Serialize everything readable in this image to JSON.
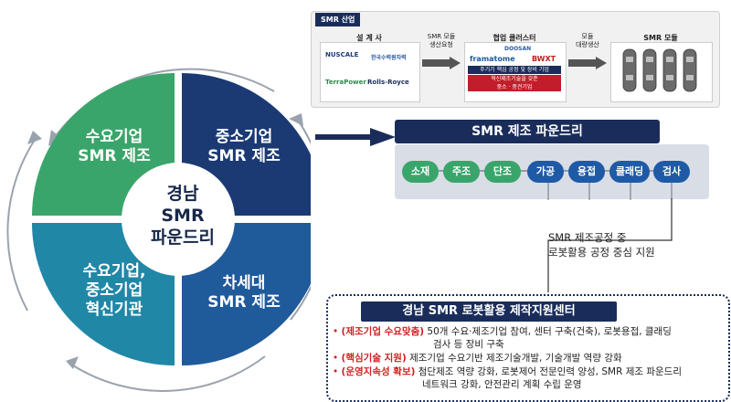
{
  "circle": {
    "center_label": "경남\nSMR\n파운드리",
    "quadrants": [
      {
        "label": "수요기업\nSMR 제조",
        "color": "#3aa56b"
      },
      {
        "label": "중소기업\nSMR 제조",
        "color": "#1b3a73"
      },
      {
        "label": "차세대\nSMR 제조",
        "color": "#1f5a9a"
      },
      {
        "label": "수요기업,\n중소기업\n혁신기관",
        "color": "#2187a7"
      }
    ]
  },
  "industry": {
    "tag": "SMR 산업",
    "designer_title": "설 계 사",
    "designer_logos": [
      "NUSCALE",
      "한국수력원자력",
      "TerraPower",
      "Rolls-Royce"
    ],
    "arrow1_label": "SMR 모듈\n생산요청",
    "cluster_title": "협업 클러스터",
    "cluster_logos": [
      "DOOSAN",
      "framatome",
      "BWXT"
    ],
    "cluster_strip1": "주기기 핵심 공정 및 장비 기업",
    "cluster_strip2": "혁신제조기술을 갖춘",
    "cluster_strip3": "중소 · 중견기업",
    "arrow2_label": "모듈\n대량생산",
    "module_title": "SMR 모듈"
  },
  "foundry": {
    "title": "SMR 제조 파운드리",
    "processes": [
      {
        "label": "소재",
        "color": "#3aa56b"
      },
      {
        "label": "주조",
        "color": "#3aa56b"
      },
      {
        "label": "단조",
        "color": "#3aa56b"
      },
      {
        "label": "가공",
        "color": "#1f5aa6"
      },
      {
        "label": "용접",
        "color": "#1f5aa6"
      },
      {
        "label": "클래딩",
        "color": "#1f5aa6"
      },
      {
        "label": "검사",
        "color": "#1f5aa6"
      }
    ]
  },
  "support_text": "SMR 제조공정 중\n로봇활용 공정 중심 지원",
  "center": {
    "title": "경남 SMR 로봇활용 제작지원센터",
    "bullets": [
      {
        "label": "(제조기업 수요맞춤)",
        "text": " 50개 수요·제조기업 참여, 센터 구축(건축), 로봇용접, 클래딩",
        "cont": "검사 등 장비 구축"
      },
      {
        "label": "(핵심기술 지원)",
        "text": " 제조기업 수요기반 제조기술개발, 기술개발 역량 강화",
        "cont": ""
      },
      {
        "label": "(운영지속성 확보)",
        "text": " 첨단제조 역량 강화, 로봇제어 전문인력  양성, SMR 제조 파운드리",
        "cont": "네트워크 강화, 안전관리 계획 수립 운영"
      }
    ]
  }
}
